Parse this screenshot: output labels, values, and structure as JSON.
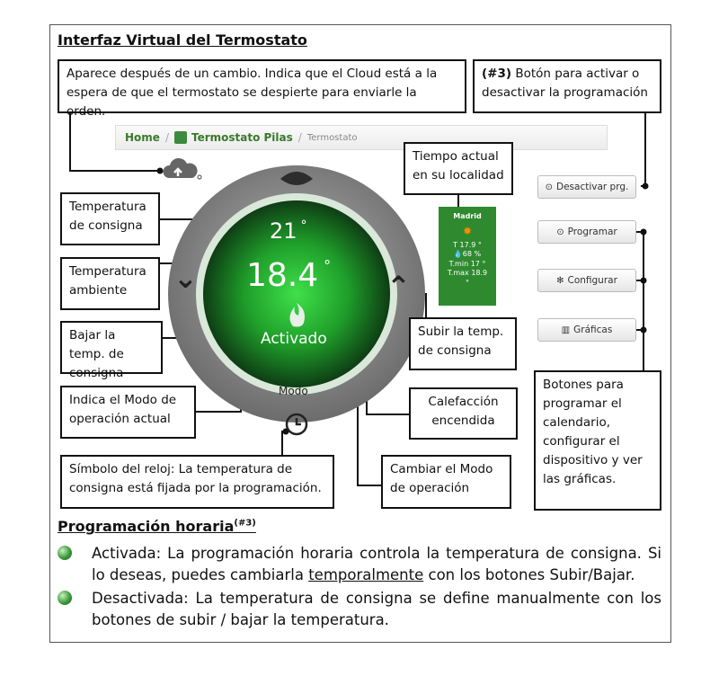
{
  "title": "Interfaz Virtual del Termostato",
  "callouts": {
    "cloud": "Aparece después de un cambio. Indica que el Cloud está a la espera de que el termostato se despierte para enviarle la orden.",
    "prog_num": "(#3)",
    "prog": " Botón para activar o desactivar la programación",
    "weather": "Tiempo actual en su localidad",
    "consigna": "Temperatura de consigna",
    "ambiente": "Temperatura ambiente",
    "bajar": "Bajar la temp. de consigna",
    "modo_actual": "Indica el Modo de operación actual",
    "reloj": "Símbolo del reloj: La temperatura de consigna está fijada por la programación.",
    "subir": "Subir la temp. de consigna",
    "calefaccion": "Calefacción encendida",
    "cambiar_modo": "Cambiar el Modo de operación",
    "botones": "Botones para programar el calendario, configurar el dispositivo y ver las gráficas."
  },
  "breadcrumb": {
    "home": "Home",
    "separator": "/",
    "device": "Termostato Pilas",
    "current": "Termostato"
  },
  "thermostat": {
    "setpoint": "21",
    "ambient": "18.4",
    "degree": "°",
    "mode": "Activado",
    "mode_button": "Modo",
    "down_glyph": "⌄",
    "up_glyph": "⌃"
  },
  "weather": {
    "city": "Madrid",
    "temp": "T 17.9 °",
    "humidity": "💧68 %",
    "tmin": "T.min 17 °",
    "tmax": "T.max 18.9",
    "degree": "°"
  },
  "buttons": {
    "desactivar": "Desactivar prg.",
    "programar": "Programar",
    "configurar": "Configurar",
    "graficas": "Gráficas"
  },
  "section": {
    "title": "Programación horaria",
    "sup": "(#3)"
  },
  "bullets": {
    "b1_a": "Activada: La programación horaria controla la temperatura de consigna. Si lo deseas, puedes cambiarla ",
    "b1_u": "temporalmente",
    "b1_b": " con los botones Subir/Bajar.",
    "b2": "Desactivada: La temperatura de consigna se define manualmente con los botones de subir / bajar la temperatura."
  },
  "colors": {
    "accent_green": "#2f8a2f",
    "ring_gray": "#7d7d7d"
  }
}
